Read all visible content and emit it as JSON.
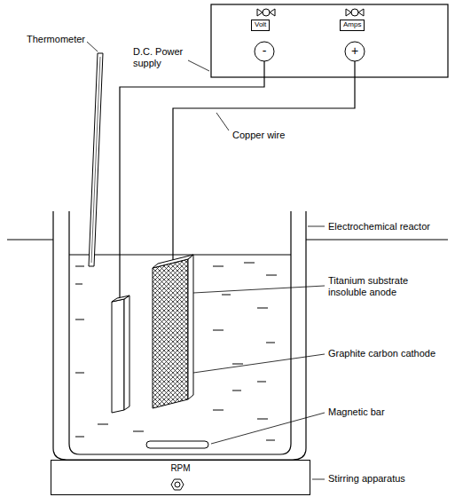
{
  "diagram": {
    "nodes": [
      {
        "text": [
          "Volt"
        ]
      },
      {
        "text": [
          "Amps"
        ]
      },
      {
        "text": [
          "-"
        ]
      },
      {
        "text": [
          "+"
        ]
      },
      {
        "text": [
          "RPM"
        ]
      }
    ],
    "labels": [
      "Thermometer",
      "D.C. Power supply",
      "Copper wire",
      "Electrochemical reactor",
      "Titanium substrate insoluble anode",
      "Graphite carbon cathode",
      "Magnetic bar",
      "Stirring apparatus"
    ]
  }
}
